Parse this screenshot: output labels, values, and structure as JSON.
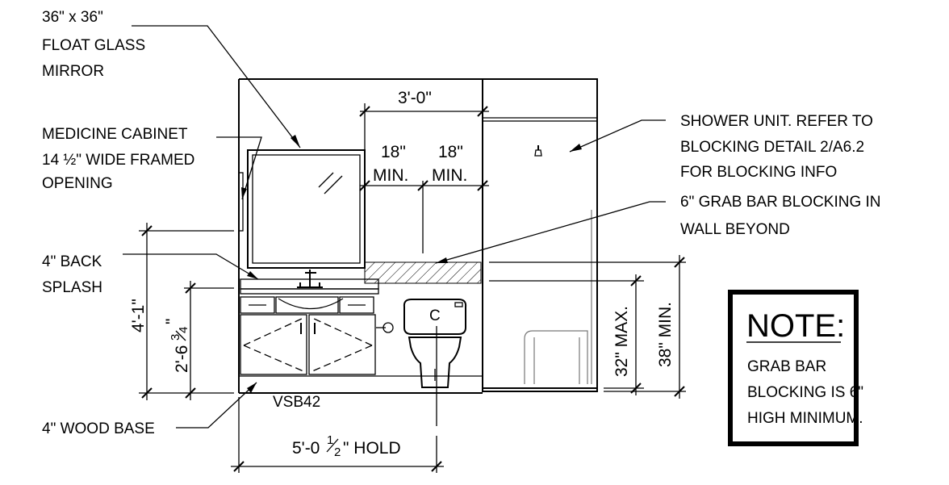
{
  "labels": {
    "mirror": [
      "36\" x 36\"",
      "FLOAT GLASS",
      "MIRROR"
    ],
    "cabinet": [
      "MEDICINE CABINET",
      "14 ½\" WIDE FRAMED",
      "OPENING"
    ],
    "backsplash": [
      "4\" BACK",
      "SPLASH"
    ],
    "base": "4\" WOOD BASE",
    "vanity": "VSB42",
    "shower": [
      "SHOWER UNIT.  REFER TO",
      "BLOCKING DETAIL 2/A6.2",
      "FOR BLOCKING INFO"
    ],
    "grab_bar": [
      "6\" GRAB BAR BLOCKING IN",
      "WALL BEYOND"
    ]
  },
  "dimensions": {
    "top_width": "3'-0\"",
    "min_left": [
      "18\"",
      "MIN."
    ],
    "min_right": [
      "18\"",
      "MIN."
    ],
    "height_total": "4'-1\"",
    "height_counter": "2'-6",
    "height_counter_frac_num": "3",
    "height_counter_frac_den": "4",
    "height_counter_inch": "\"",
    "max_32": "32\" MAX.",
    "min_38": "38\" MIN.",
    "hold_prefix": "5'-0",
    "hold_frac_num": "1",
    "hold_frac_den": "2",
    "hold_suffix": "\" HOLD",
    "toilet_mark": "C"
  },
  "note": {
    "title": "NOTE:",
    "lines": [
      "GRAB BAR",
      "BLOCKING IS 6\"",
      "HIGH MINIMUM."
    ]
  }
}
